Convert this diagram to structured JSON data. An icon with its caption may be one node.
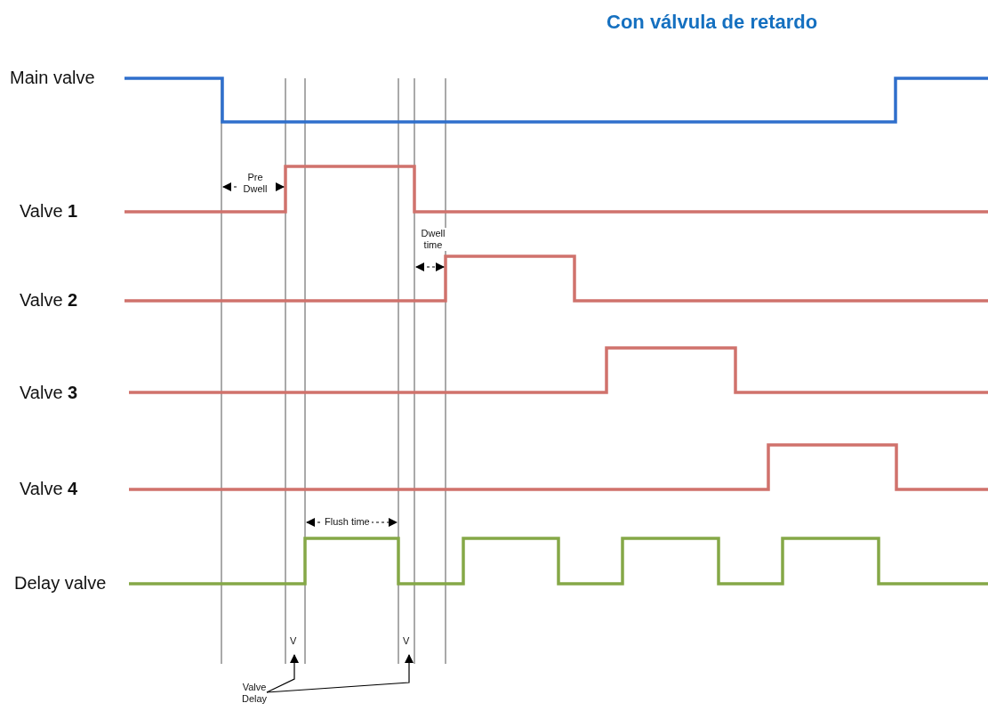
{
  "diagram": {
    "title": "Con válvula de retardo",
    "nodes": [
      {
        "text": [
          "Valve Delay"
        ]
      },
      {
        "text": [
          "V"
        ]
      },
      {
        "text": [
          "V"
        ]
      }
    ],
    "edges": [
      {
        "from": 0,
        "to": 1,
        "arrow": "to"
      },
      {
        "from": 0,
        "to": 2,
        "arrow": "to"
      }
    ],
    "labels": [
      "Main valve",
      "Pre Dwell",
      "Valve **1**",
      "Dwell time",
      "Valve **2**",
      "Valve **3**",
      "Valve **4**",
      "Flush time",
      "Delay valve"
    ]
  }
}
